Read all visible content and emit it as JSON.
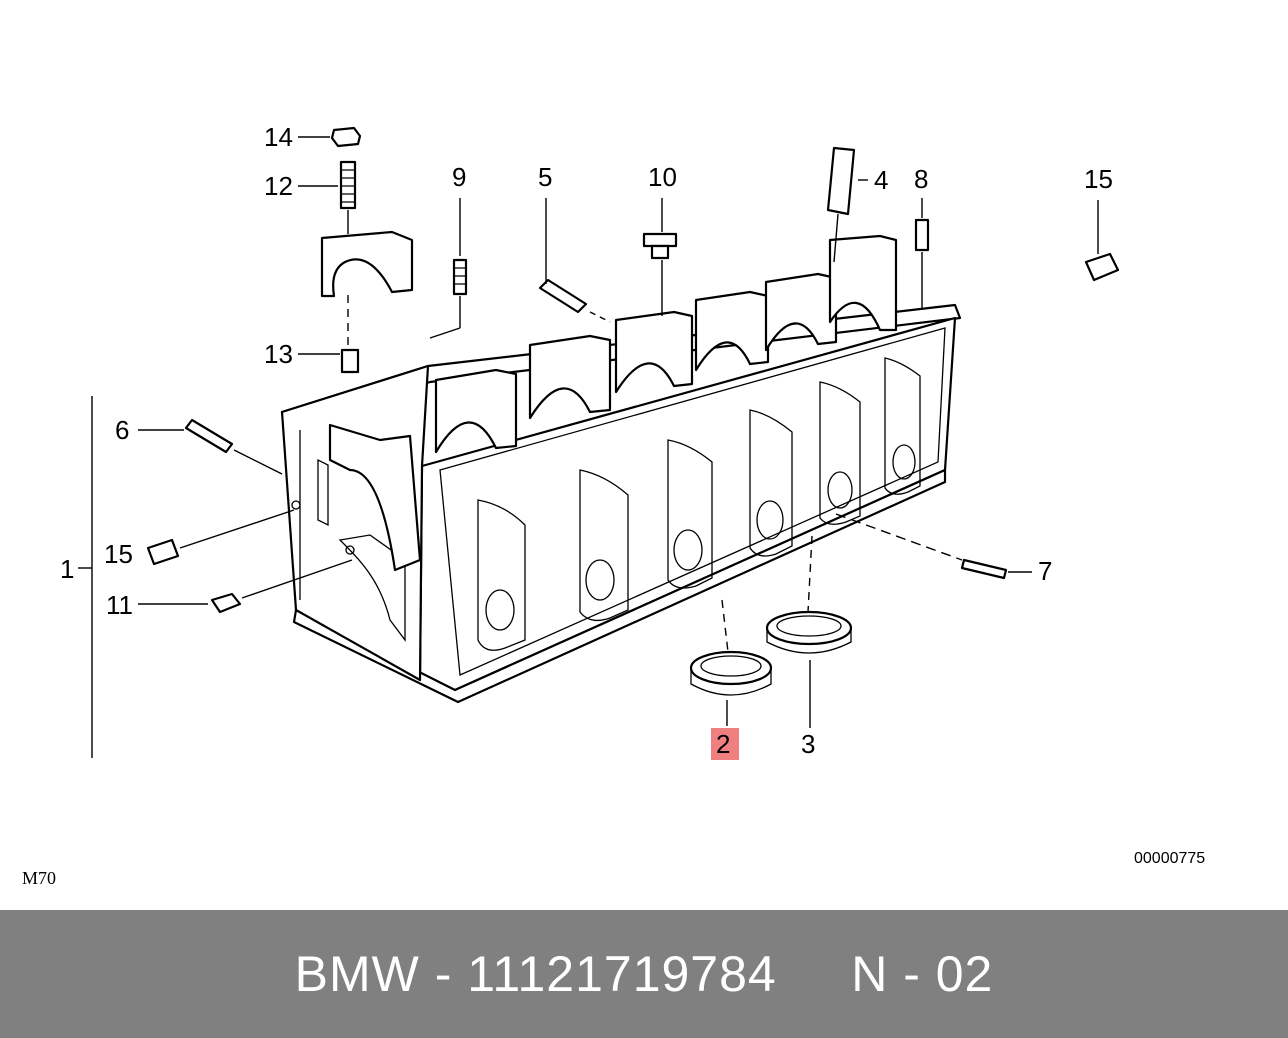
{
  "diagram": {
    "callouts": [
      {
        "id": "14",
        "label": "14"
      },
      {
        "id": "12",
        "label": "12"
      },
      {
        "id": "9",
        "label": "9"
      },
      {
        "id": "5",
        "label": "5"
      },
      {
        "id": "10",
        "label": "10"
      },
      {
        "id": "4",
        "label": "4"
      },
      {
        "id": "8",
        "label": "8"
      },
      {
        "id": "15a",
        "label": "15"
      },
      {
        "id": "13",
        "label": "13"
      },
      {
        "id": "6",
        "label": "6"
      },
      {
        "id": "1",
        "label": "1"
      },
      {
        "id": "15b",
        "label": "15"
      },
      {
        "id": "11",
        "label": "11"
      },
      {
        "id": "7",
        "label": "7"
      },
      {
        "id": "2",
        "label": "2",
        "highlighted": true
      },
      {
        "id": "3",
        "label": "3"
      }
    ],
    "model_code": "M70",
    "reference_number": "00000775",
    "highlight_color": "#f08080"
  },
  "footer": {
    "brand": "BMW",
    "separator": " - ",
    "part_number": "11121719784",
    "gap": "     ",
    "position_code": "N - 02",
    "background_color": "#808080"
  }
}
